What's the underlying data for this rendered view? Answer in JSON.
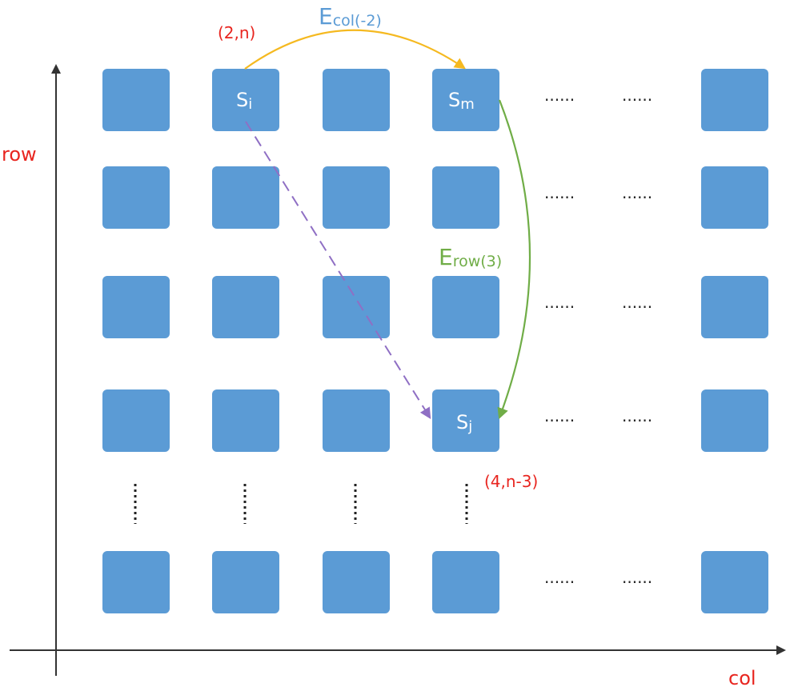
{
  "axes": {
    "y_label": "row",
    "x_label": "col"
  },
  "nodes": {
    "si": {
      "main": "S",
      "sub": "i"
    },
    "sm": {
      "main": "S",
      "sub": "m"
    },
    "sj": {
      "main": "S",
      "sub": "j"
    }
  },
  "coordinates": {
    "si": "(2,n)",
    "sj": "(4,n-3)"
  },
  "edges": {
    "col": {
      "main": "E",
      "sub": "col(-2)",
      "color": "#f5b920"
    },
    "row": {
      "main": "E",
      "sub": "row(3)",
      "color": "#70ad47"
    },
    "diag": {
      "color": "#8f6fc4"
    }
  },
  "ellipsis": "......",
  "colors": {
    "cell": "#5b9bd5",
    "axis_text": "#e8251f",
    "axis": "#333333"
  }
}
